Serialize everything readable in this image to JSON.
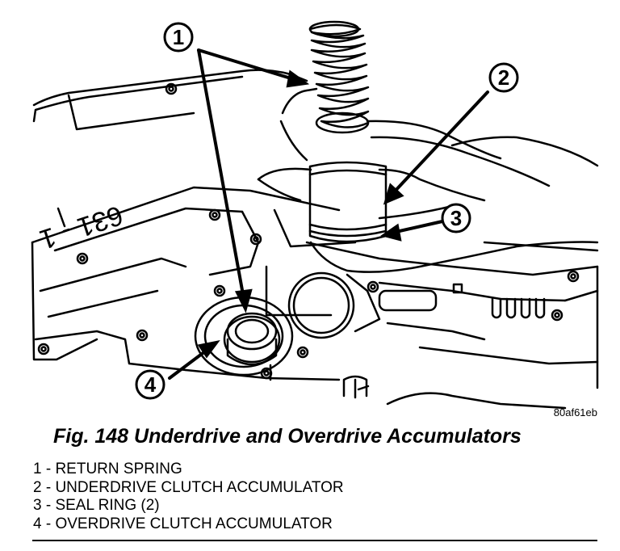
{
  "figure": {
    "image_code": "80af61eb",
    "caption": "Fig. 148 Underdrive and Overdrive Accumulators",
    "casting_mark": "631 - 1",
    "callouts": [
      {
        "number": "1"
      },
      {
        "number": "2"
      },
      {
        "number": "3"
      },
      {
        "number": "4"
      }
    ],
    "legend": [
      {
        "text": "1 - RETURN SPRING"
      },
      {
        "text": "2 - UNDERDRIVE CLUTCH ACCUMULATOR"
      },
      {
        "text": "3 - SEAL RING (2)"
      },
      {
        "text": "4 - OVERDRIVE CLUTCH ACCUMULATOR"
      }
    ]
  }
}
